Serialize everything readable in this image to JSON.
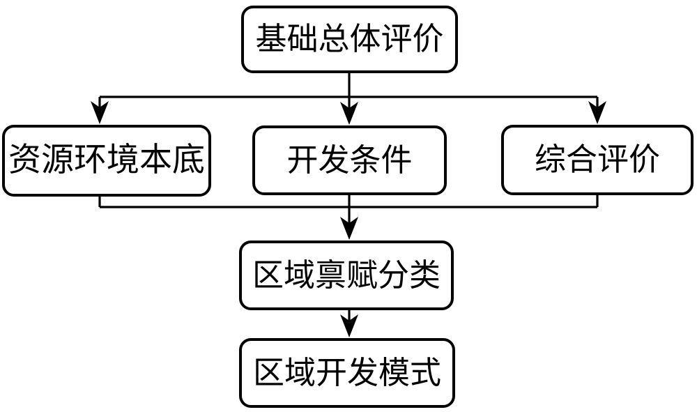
{
  "diagram": {
    "type": "flowchart",
    "background_color": "#ffffff",
    "line_color": "#000000",
    "box_fill_color": "#ffffff",
    "box_border_color": "#000000",
    "text_color": "#000000",
    "nodes": [
      {
        "id": "basic-overall-evaluation",
        "label": "基础总体评价"
      },
      {
        "id": "resource-environment-base",
        "label": "资源环境本底"
      },
      {
        "id": "development-conditions",
        "label": "开发条件"
      },
      {
        "id": "comprehensive-evaluation",
        "label": "综合评价"
      },
      {
        "id": "regional-endowment-classification",
        "label": "区域禀赋分类"
      },
      {
        "id": "regional-development-mode",
        "label": "区域开发模式"
      }
    ],
    "edges": [
      {
        "from": "basic-overall-evaluation",
        "to": "resource-environment-base"
      },
      {
        "from": "basic-overall-evaluation",
        "to": "development-conditions"
      },
      {
        "from": "basic-overall-evaluation",
        "to": "comprehensive-evaluation"
      },
      {
        "from": "resource-environment-base",
        "to": "regional-endowment-classification"
      },
      {
        "from": "development-conditions",
        "to": "regional-endowment-classification"
      },
      {
        "from": "comprehensive-evaluation",
        "to": "regional-endowment-classification"
      },
      {
        "from": "regional-endowment-classification",
        "to": "regional-development-mode"
      }
    ]
  }
}
